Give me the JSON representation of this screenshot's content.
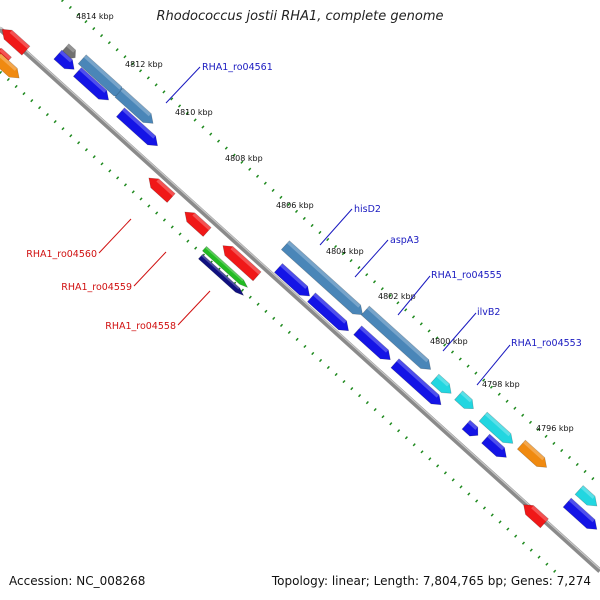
{
  "title": "Rhodococcus jostii RHA1, complete genome",
  "footer": {
    "accession": "Accession: NC_008268",
    "summary": "Topology: linear; Length: 7,804,765 bp; Genes: 7,274"
  },
  "scale_labels": [
    "4814 kbp",
    "4812 kbp",
    "4810 kbp",
    "4808 kbp",
    "4806 kbp",
    "4804 kbp",
    "4802 kbp",
    "4800 kbp",
    "4798 kbp",
    "4796 kbp"
  ],
  "gene_labels_upper": [
    "RHA1_ro04561",
    "hisD2",
    "aspA3",
    "RHA1_ro04555",
    "ilvB2",
    "RHA1_ro04553"
  ],
  "gene_labels_lower": [
    "RHA1_ro04560",
    "RHA1_ro04559",
    "RHA1_ro04558"
  ],
  "colors": {
    "backbone": "#8a8a8a",
    "scale_dots": "#1f8a1f",
    "blue_gene": "#1414e6",
    "steelblue_gene": "#4a86b8",
    "cyan_gene": "#22d6e0",
    "red_gene": "#f01818",
    "orange_gene": "#f08a10",
    "green_gene": "#22bb22",
    "navy_gene": "#101080",
    "gray_gene": "#707070",
    "label_blue": "#1a1ac0",
    "label_red": "#d01010"
  }
}
